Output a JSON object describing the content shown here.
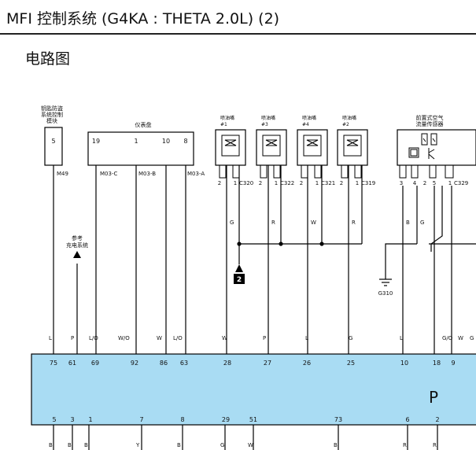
{
  "header": {
    "title": "MFI 控制系统 (G4KA : THETA 2.0L) (2)"
  },
  "section_title": "电路图",
  "components": {
    "immobilizer": {
      "name_lines": [
        "钥匙防盗",
        "系统控制",
        "模块"
      ],
      "pin": "5",
      "connector": "M49"
    },
    "cluster": {
      "name": "仪表盘",
      "pins": [
        "19",
        "1",
        "10",
        "8"
      ],
      "connectors": [
        "M03-C",
        "M03-B",
        "M03-A"
      ]
    },
    "injectors": [
      {
        "name_lines": [
          "喷油嘴",
          "#1"
        ],
        "pins": [
          "2",
          "1"
        ],
        "connector": "C320"
      },
      {
        "name_lines": [
          "喷油嘴",
          "#3"
        ],
        "pins": [
          "2",
          "1"
        ],
        "connector": "C322"
      },
      {
        "name_lines": [
          "喷油嘴",
          "#4"
        ],
        "pins": [
          "2",
          "1"
        ],
        "connector": "C321"
      },
      {
        "name_lines": [
          "喷油嘴",
          "#2"
        ],
        "pins": [
          "2",
          "1"
        ],
        "connector": "C319"
      }
    ],
    "maf": {
      "name_lines": [
        "前置式空气",
        "流量传感器"
      ],
      "pins": [
        "3",
        "4",
        "2",
        "5",
        "1"
      ],
      "connector": "C329"
    },
    "reference": {
      "lines": [
        "参考",
        "充电系统"
      ]
    },
    "splice_ref": "2",
    "ground": "G310",
    "ecm_label": "P"
  },
  "wire_colors_mid": [
    "G",
    "R",
    "W",
    "R",
    "B",
    "G"
  ],
  "ecm_top": {
    "wire_colors": [
      "L",
      "P",
      "L/O",
      "W/O",
      "W",
      "L/O",
      "W",
      "P",
      "L",
      "G",
      "L",
      "G/O",
      "W",
      "G"
    ],
    "pins": [
      "75",
      "61",
      "69",
      "92",
      "86",
      "63",
      "28",
      "27",
      "26",
      "25",
      "10",
      "18",
      "9"
    ]
  },
  "ecm_bottom": {
    "pins": [
      "5",
      "3",
      "1",
      "7",
      "8",
      "29",
      "51",
      "73",
      "6",
      "2"
    ],
    "wire_colors": [
      "B",
      "B",
      "B",
      "Y",
      "B",
      "G",
      "W",
      "B",
      "R",
      "R"
    ]
  },
  "colors": {
    "ecm_fill": "#a9dcf3",
    "line": "#000000"
  }
}
